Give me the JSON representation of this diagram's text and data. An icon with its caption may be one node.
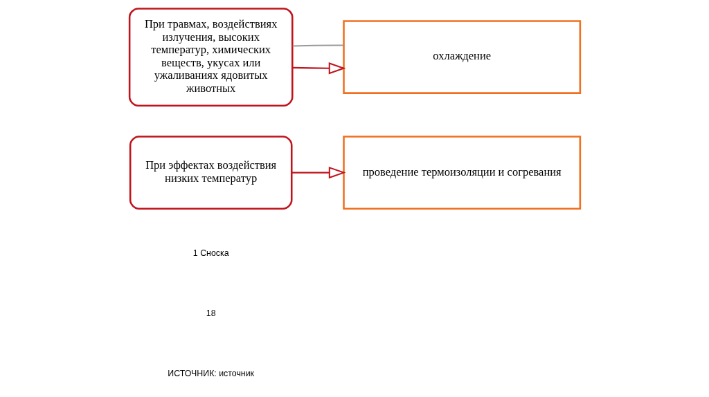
{
  "diagram": {
    "nodes": [
      {
        "text": [
          "При травмах, воздействиях излучения, высоких температур, химических веществ, укусах или ужаливаниях ядовитых животных"
        ]
      },
      {
        "text": [
          "охлаждение"
        ]
      },
      {
        "text": [
          "При эффектах воздействия низких температур"
        ]
      },
      {
        "text": [
          "проведение термоизоляции и согревания"
        ]
      }
    ],
    "edges": [
      {
        "from": 0,
        "to": 1,
        "arrow": "to"
      },
      {
        "from": 0,
        "to": 1,
        "arrow": "none",
        "color": "#999999"
      },
      {
        "from": 2,
        "to": 3,
        "arrow": "to"
      }
    ],
    "labels": [
      "1 Сноска",
      "18",
      "ИСТОЧНИК: источник"
    ]
  }
}
